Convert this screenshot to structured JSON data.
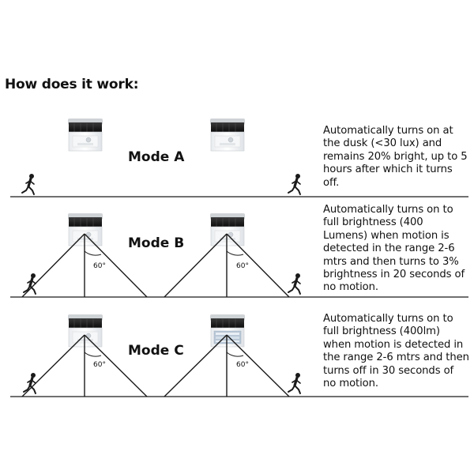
{
  "title": "How does it work:",
  "modes": [
    {
      "label": "Mode A",
      "description": "Automatically turns on at the dusk (<30 lux) and remains 20% bright, up to 5 hours after which it turns off."
    },
    {
      "label": "Mode B",
      "angle": "60°",
      "description": "Automatically turns on to full brightness (400 Lumens) when motion is detected in the range 2-6 mtrs and then turns to 3% brightness in 20 seconds of no motion."
    },
    {
      "label": "Mode C",
      "angle": "60°",
      "description": "Automatically turns on to full brightness (400lm) when motion is detected in the range 2-6 mtrs and then turns off in 30 seconds of no motion."
    }
  ],
  "icons": {
    "lamp": "solar-wall-light-icon",
    "person": "walking-person-icon"
  }
}
